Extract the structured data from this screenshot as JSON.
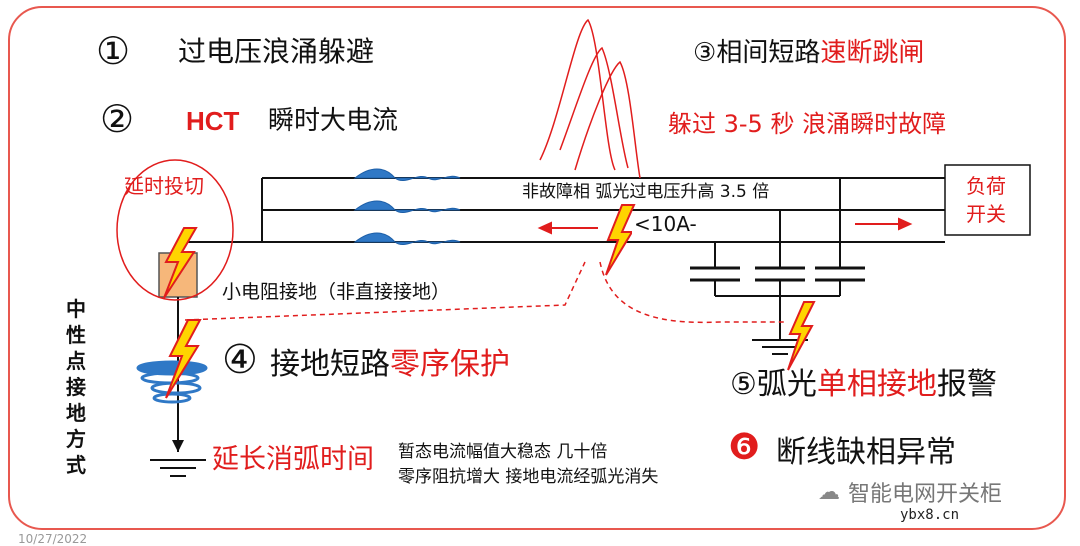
{
  "colors": {
    "accent_red": "#e11d1d",
    "frame": "#e8584f",
    "wave_blue": "#2f78c6",
    "bolt_yellow": "#ffd400",
    "box_orange": "#f6b77a"
  },
  "items": {
    "item1": {
      "num": "①",
      "text": "过电压浪涌躲避"
    },
    "item2": {
      "num": "②",
      "prefix": "HCT",
      "text": "瞬时大电流"
    },
    "item3": {
      "num": "③",
      "black": "相间短路",
      "red": "速断跳闸"
    },
    "item3_sub": "躲过 3-5 秒  浪涌瞬时故障",
    "item4": {
      "num": "④",
      "black": "接地短路",
      "red": "零序保护"
    },
    "item5": {
      "num": "⑤",
      "black1": "弧光",
      "red": "单相接地",
      "black2": "报警"
    },
    "item6": {
      "num": "❻",
      "text": "断线缺相异常"
    }
  },
  "labels": {
    "delay_switch": "延时投切",
    "load_switch_line1": "负荷",
    "load_switch_line2": "开关",
    "non_fault_phase": "非故障相   弧光过电压升高 3.5 倍",
    "current_10a": "<10A-",
    "small_resistor": "小电阻接地（非直接接地）",
    "neutral_method": [
      "中",
      "性",
      "点",
      "接",
      "地",
      "方",
      "式"
    ],
    "extend_arc": "延长消弧时间",
    "note_line1": "暂态电流幅值大稳态 几十倍",
    "note_line2": "零序阻抗增大  接地电流经弧光消失"
  },
  "watermark": {
    "text": "智能电网开关柜",
    "site": "ybx8.cn"
  },
  "date_partial": "10/27/2022"
}
